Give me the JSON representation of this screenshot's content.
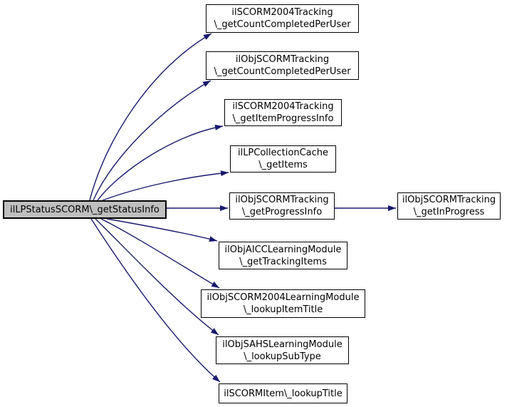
{
  "graph": {
    "title": "call graph of ilLPStatusSCORM\\_getStatusInfo",
    "colors": {
      "edge": "#191970",
      "node_border": "#000000",
      "node_fill": "#ffffff",
      "main_fill": "#bfbfbf",
      "text": "#000000",
      "background": "#ffffff"
    },
    "main": {
      "label": "ilLPStatusSCORM\\_getStatusInfo"
    },
    "nodes": [
      {
        "lines": [
          "ilSCORM2004Tracking",
          "\\_getCountCompletedPerUser"
        ]
      },
      {
        "lines": [
          "ilObjSCORMTracking",
          "\\_getCountCompletedPerUser"
        ]
      },
      {
        "lines": [
          "ilSCORM2004Tracking",
          "\\_getItemProgressInfo"
        ]
      },
      {
        "lines": [
          "ilLPCollectionCache",
          "\\_getItems"
        ]
      },
      {
        "lines": [
          "ilObjSCORMTracking",
          "\\_getProgressInfo"
        ]
      },
      {
        "lines": [
          "ilObjSCORMTracking",
          "\\_getInProgress"
        ]
      },
      {
        "lines": [
          "ilObjAICCLearningModule",
          "\\_getTrackingItems"
        ]
      },
      {
        "lines": [
          "ilObjSCORM2004LearningModule",
          "\\_lookupItemTitle"
        ]
      },
      {
        "lines": [
          "ilObjSAHSLearningModule",
          "\\_lookupSubType"
        ]
      },
      {
        "lines": [
          "ilSCORMItem\\_lookupTitle"
        ]
      }
    ],
    "edges": [
      {
        "from": "ilLPStatusSCORM\\_getStatusInfo",
        "to": "ilSCORM2004Tracking\\_getCountCompletedPerUser"
      },
      {
        "from": "ilLPStatusSCORM\\_getStatusInfo",
        "to": "ilObjSCORMTracking\\_getCountCompletedPerUser"
      },
      {
        "from": "ilLPStatusSCORM\\_getStatusInfo",
        "to": "ilSCORM2004Tracking\\_getItemProgressInfo"
      },
      {
        "from": "ilLPStatusSCORM\\_getStatusInfo",
        "to": "ilLPCollectionCache\\_getItems"
      },
      {
        "from": "ilLPStatusSCORM\\_getStatusInfo",
        "to": "ilObjSCORMTracking\\_getProgressInfo"
      },
      {
        "from": "ilObjSCORMTracking\\_getProgressInfo",
        "to": "ilObjSCORMTracking\\_getInProgress"
      },
      {
        "from": "ilLPStatusSCORM\\_getStatusInfo",
        "to": "ilObjAICCLearningModule\\_getTrackingItems"
      },
      {
        "from": "ilLPStatusSCORM\\_getStatusInfo",
        "to": "ilObjSCORM2004LearningModule\\_lookupItemTitle"
      },
      {
        "from": "ilLPStatusSCORM\\_getStatusInfo",
        "to": "ilObjSAHSLearningModule\\_lookupSubType"
      },
      {
        "from": "ilLPStatusSCORM\\_getStatusInfo",
        "to": "ilSCORMItem\\_lookupTitle"
      }
    ]
  }
}
